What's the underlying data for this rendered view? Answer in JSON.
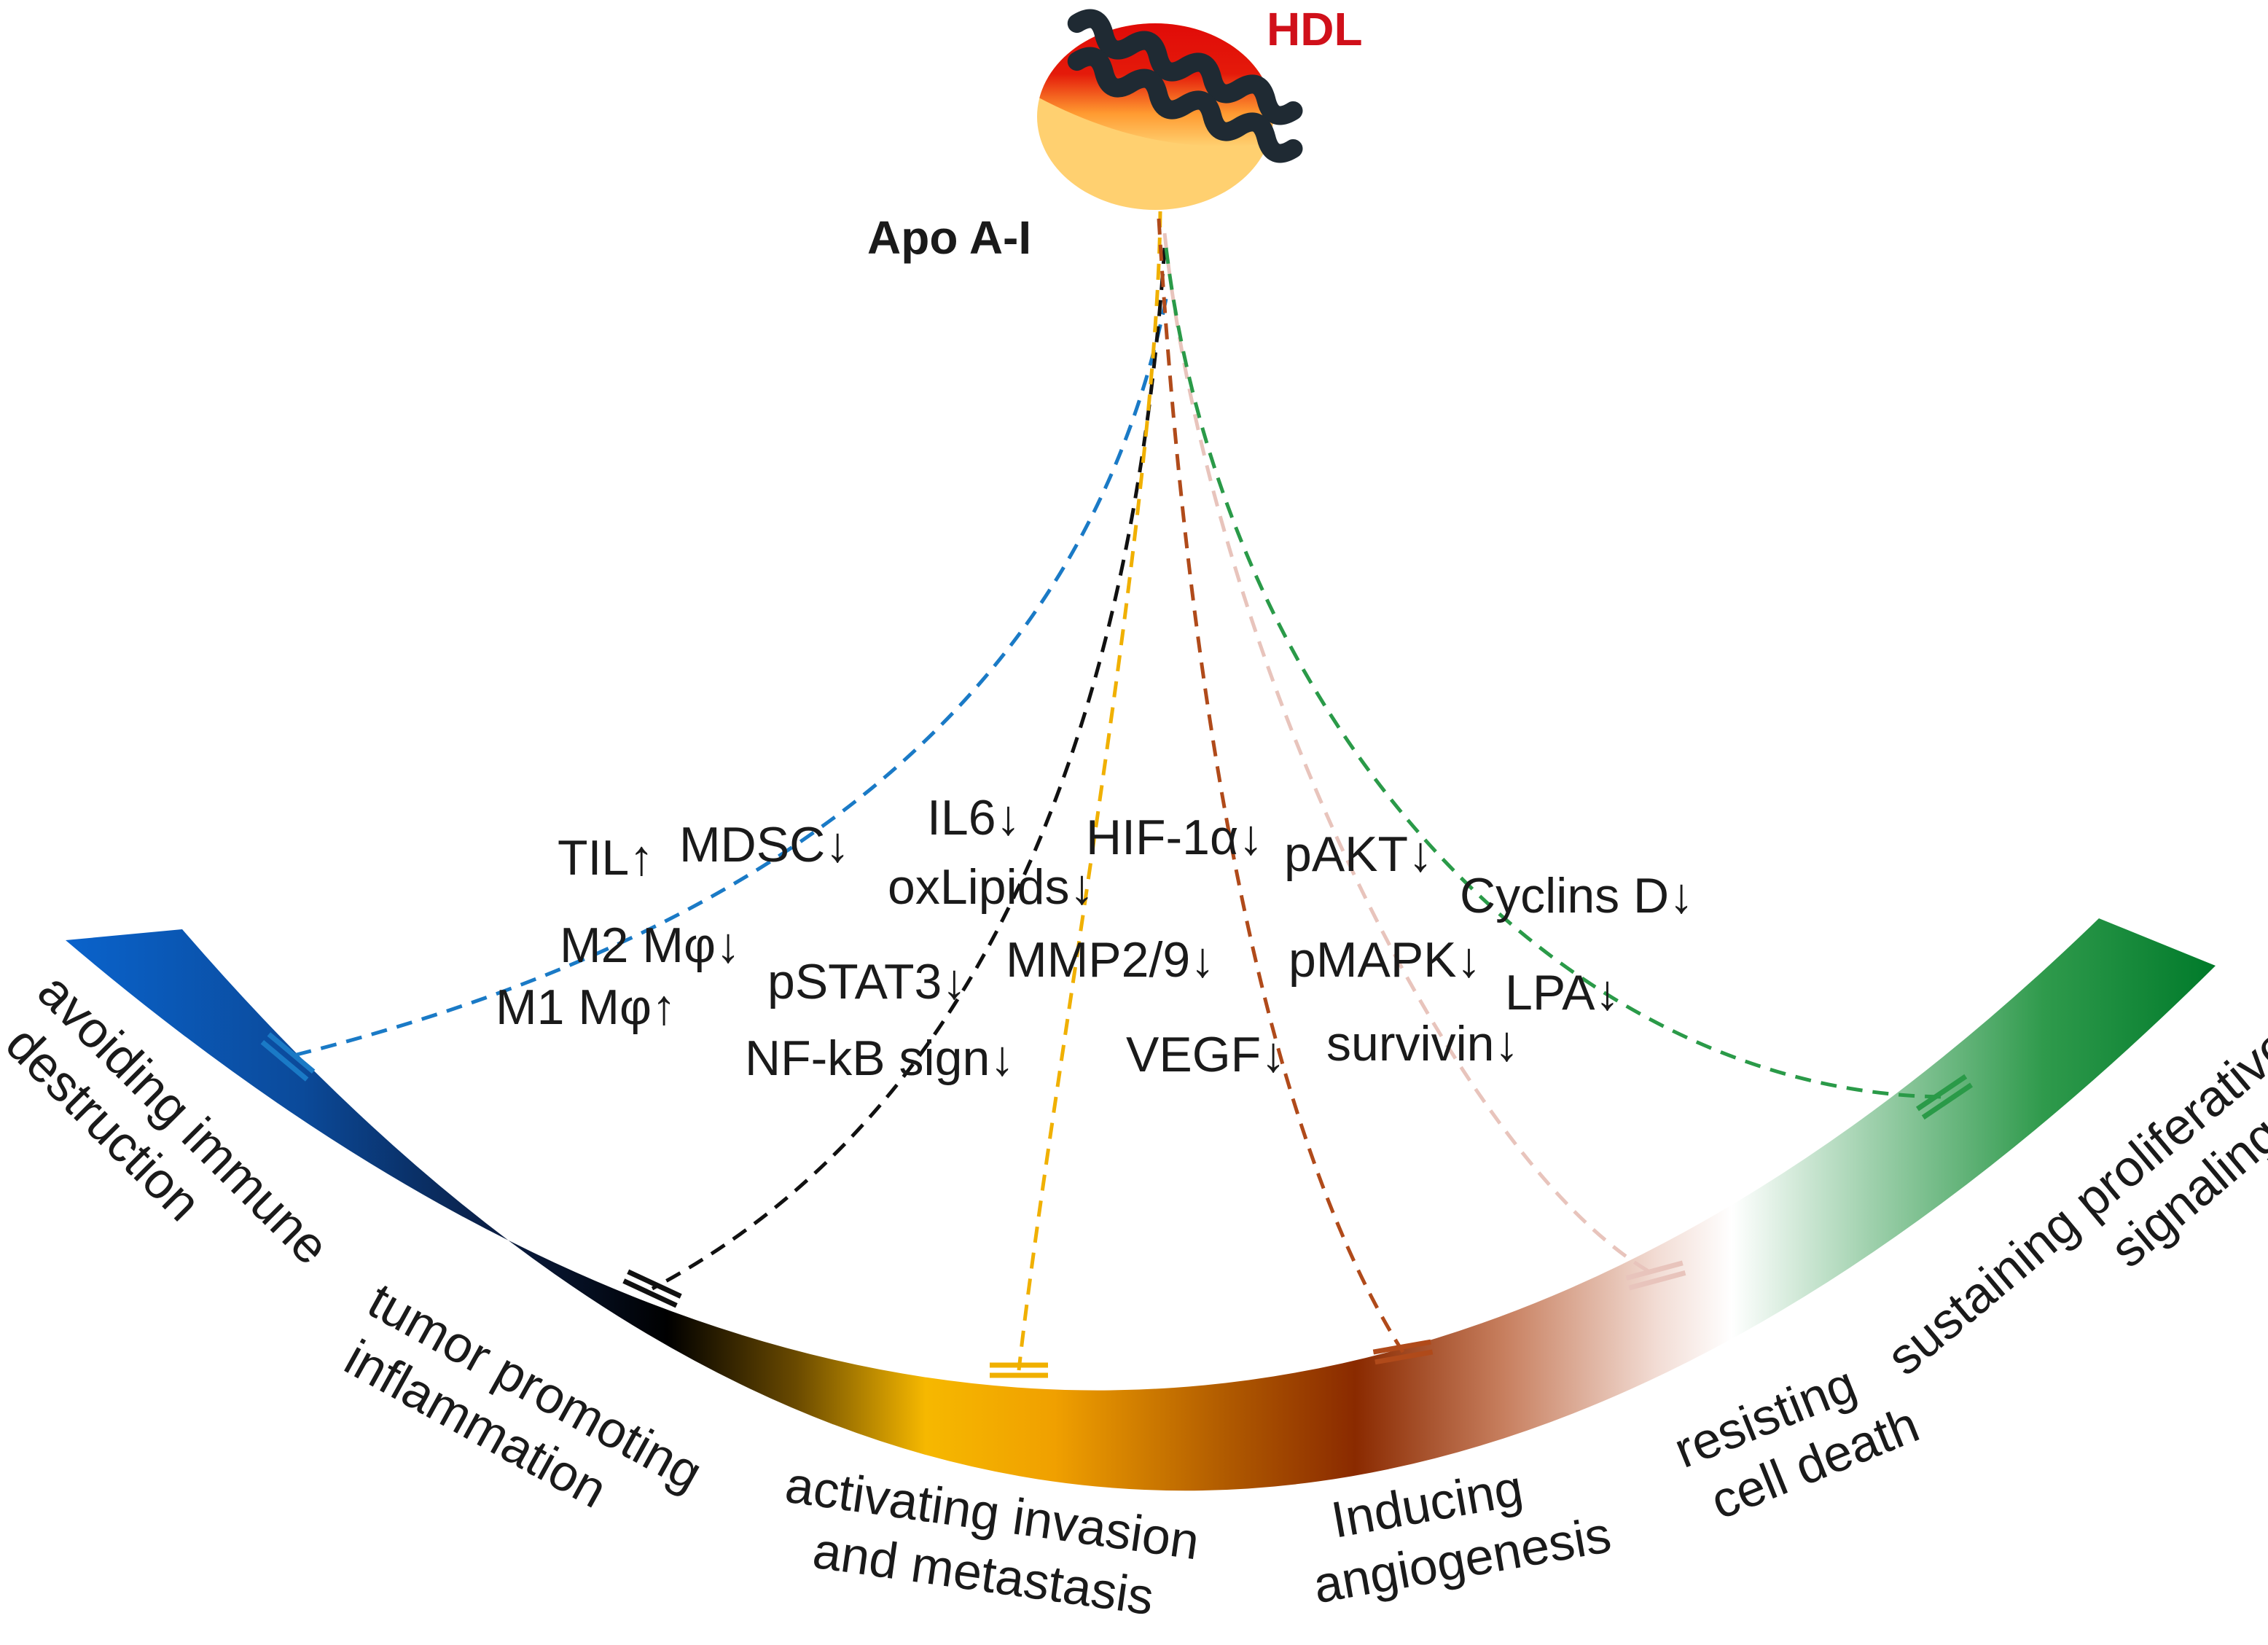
{
  "hdl_label": "HDL",
  "apo_label": "Apo A-I",
  "colors": {
    "immune": "#1a7ac6",
    "inflammation": "#111111",
    "invasion": "#f0b000",
    "angiogenesis": "#b04a1a",
    "cell_death": "#e8c4bc",
    "proliferative": "#2a9a48",
    "hdl_red": "#e01010",
    "hdl_yellow": "#ffd070"
  },
  "markers": [
    {
      "key": "til",
      "text": "TIL↑"
    },
    {
      "key": "mdsc",
      "text": "MDSC↓"
    },
    {
      "key": "m2",
      "text": "M2 Mφ↓"
    },
    {
      "key": "m1",
      "text": "M1 Mφ↑"
    },
    {
      "key": "il6",
      "text": "IL6↓"
    },
    {
      "key": "oxlipids",
      "text": "oxLipids↓"
    },
    {
      "key": "pstat3",
      "text": "pSTAT3↓"
    },
    {
      "key": "nfkb",
      "text": "NF-kB  sign↓"
    },
    {
      "key": "hif",
      "text": "HIF-1α↓"
    },
    {
      "key": "mmp",
      "text": "MMP2/9↓"
    },
    {
      "key": "vegf",
      "text": "VEGF↓"
    },
    {
      "key": "pakt",
      "text": "pAKT↓"
    },
    {
      "key": "cyclins",
      "text": "Cyclins D↓"
    },
    {
      "key": "pmapk",
      "text": "pMAPK↓"
    },
    {
      "key": "lpa",
      "text": "LPA↓"
    },
    {
      "key": "survivin",
      "text": "survivin↓"
    }
  ],
  "categories": [
    {
      "key": "immune",
      "lines": [
        "avoiding immune",
        "destruction"
      ]
    },
    {
      "key": "inflammation",
      "lines": [
        "tumor promoting",
        "inflammation"
      ]
    },
    {
      "key": "invasion",
      "lines": [
        "activating invasion",
        "and metastasis"
      ]
    },
    {
      "key": "angiogenesis",
      "lines": [
        "Inducing",
        "angiogenesis"
      ]
    },
    {
      "key": "cell_death",
      "lines": [
        "resisting",
        "cell death"
      ]
    },
    {
      "key": "proliferative",
      "lines": [
        "sustaining proliferative",
        "signaling"
      ]
    }
  ]
}
